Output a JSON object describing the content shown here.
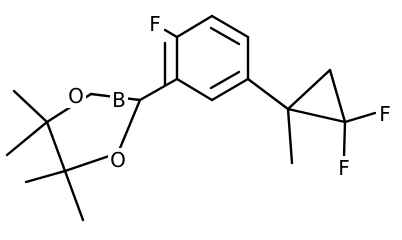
{
  "molecule": {
    "atoms": {
      "fluoro_aryl": "F",
      "boron": "B",
      "oxygen_upper": "O",
      "oxygen_lower": "O",
      "fluoro_cp_1": "F",
      "fluoro_cp_2": "F"
    },
    "colors": {
      "bond": "#000000",
      "label": "#000000",
      "background": "#ffffff"
    }
  }
}
